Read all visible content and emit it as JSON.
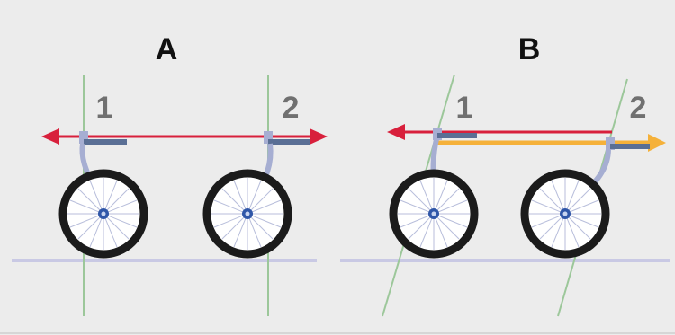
{
  "panels": [
    {
      "title": "A",
      "wheels": [
        {
          "label": "1"
        },
        {
          "label": "2"
        }
      ]
    },
    {
      "title": "B",
      "wheels": [
        {
          "label": "1"
        },
        {
          "label": "2"
        }
      ]
    }
  ],
  "colors": {
    "background": "#ececec",
    "ground": "#c9c9e4",
    "axis_line": "#9cc79a",
    "arrow_red": "#d8203c",
    "arrow_orange": "#f5b13a",
    "fork": "#a6aed2",
    "bar": "#5a6f95",
    "tire": "#1b1b1b",
    "hub": "#2f56a8",
    "label_dark": "#111111",
    "label_gray": "#707070"
  }
}
